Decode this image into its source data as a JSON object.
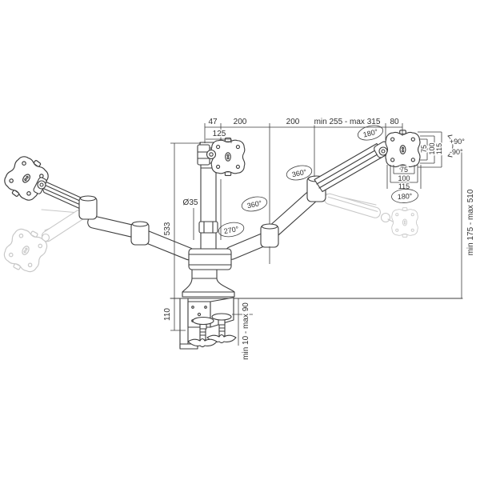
{
  "colors": {
    "line": "#3e3e3e",
    "ghost": "#c8c8c8",
    "text": "#2f2f2f",
    "background": "#ffffff"
  },
  "dims": {
    "top_47": "47",
    "top_200_a": "200",
    "top_200_b": "200",
    "top_min255_max315": "min 255 - max 315",
    "top_80": "80",
    "top_125": "125",
    "pole_height_533": "533",
    "pole_diameter": "Ø35",
    "clamp_height_110": "110",
    "desk_thickness": "min 10 - max 90",
    "height_range": "min 175 - max 510",
    "vesa_side_75": "75",
    "vesa_side_100": "100",
    "vesa_side_115": "115",
    "vesa_bottom_75": "75",
    "vesa_bottom_100": "100",
    "vesa_bottom_115": "115",
    "tilt_up": "+90°",
    "tilt_down": "-90°"
  },
  "angles": {
    "rotate_top_right": "180°",
    "swivel_elbow_right": "360°",
    "swivel_mid": "360°",
    "swivel_pole": "270°",
    "rotate_right_vesa": "180°"
  }
}
